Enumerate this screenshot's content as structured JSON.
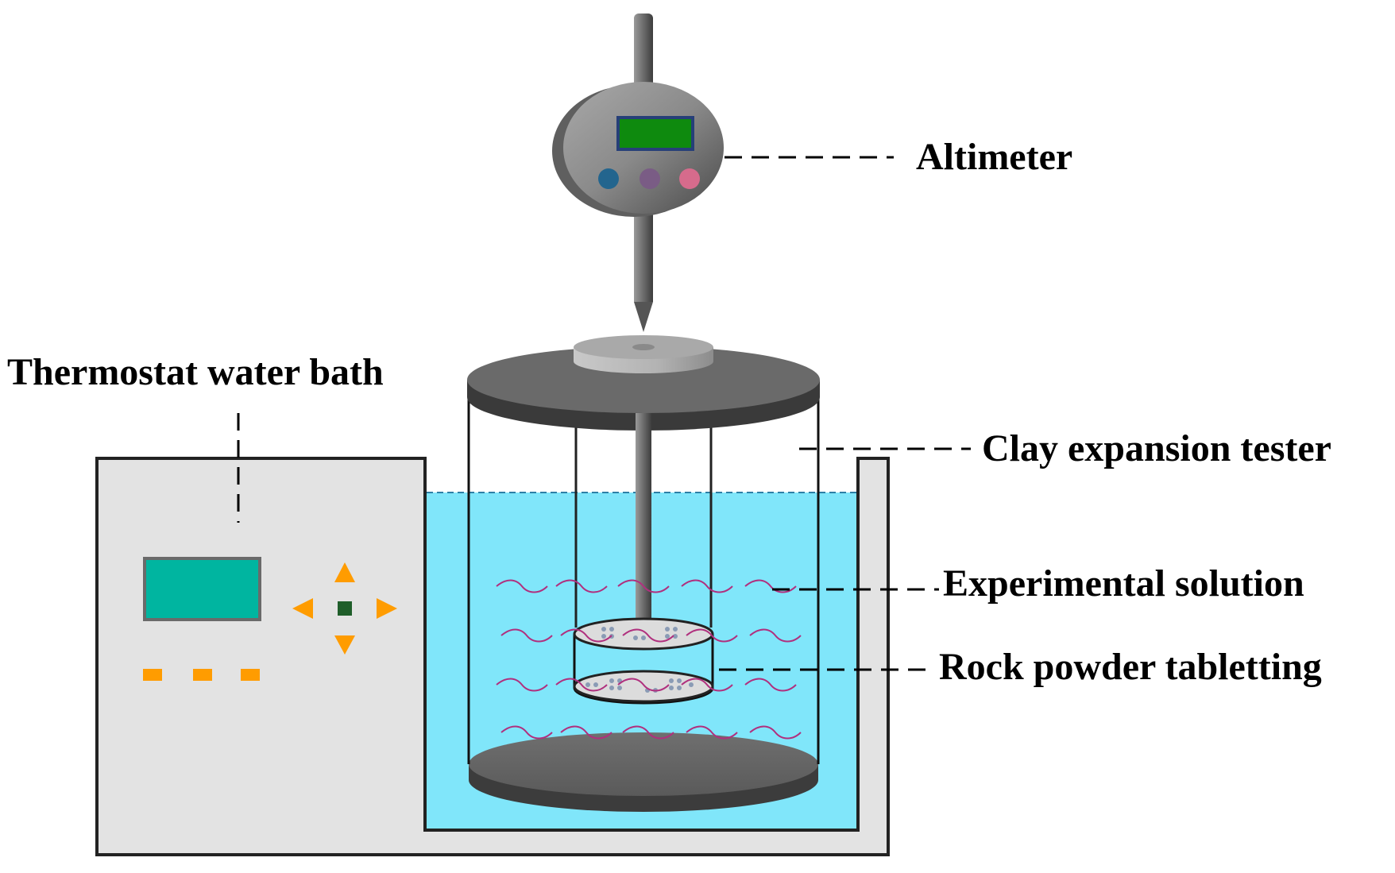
{
  "labels": {
    "altimeter": "Altimeter",
    "thermostat": "Thermostat water bath",
    "tester": "Clay expansion tester",
    "solution": "Experimental solution",
    "tablet": "Rock powder  tabletting"
  },
  "colors": {
    "water": "#80e6fa",
    "bath_body": "#e3e3e3",
    "display": "#00b5a0",
    "buttons": "#ff9c00",
    "center_button": "#1f5e2a",
    "plate": "#555555",
    "altimeter_screen": "#0e8a0e",
    "altimeter_buttons": [
      "#23658e",
      "#7a5c85",
      "#d66b8c"
    ],
    "solution_waves": "#b0307e"
  }
}
